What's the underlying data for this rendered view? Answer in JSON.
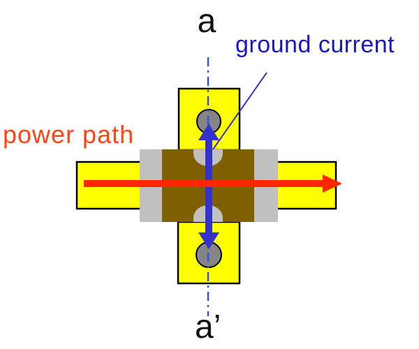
{
  "labels": {
    "section_top": "a",
    "section_bottom": "a’",
    "ground_current": "ground current",
    "power_path": "power path"
  },
  "colors": {
    "background": "#ffffff",
    "pad_yellow": "#ffff00",
    "outline_black": "#000000",
    "label_black": "#111111",
    "pad_gray": "#c0c0c0",
    "body_brown": "#7f6000",
    "via_gray": "#858585",
    "power_red": "#ff2600",
    "power_text_red": "#ff4413",
    "ground_blue": "#3333cc",
    "ground_text_blue": "#1717c4",
    "centerline_blue": "#3950e0"
  }
}
